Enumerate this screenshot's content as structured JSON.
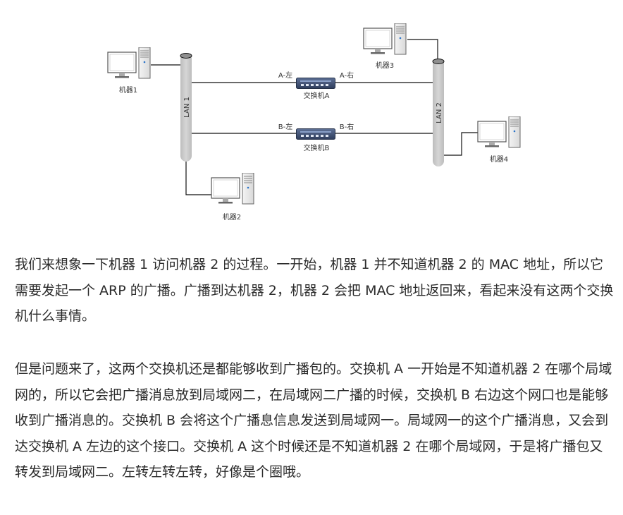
{
  "diagram": {
    "machines": {
      "m1": "机器1",
      "m2": "机器2",
      "m3": "机器3",
      "m4": "机器4"
    },
    "lans": {
      "lan1": "LAN 1",
      "lan2": "LAN 2"
    },
    "switches": {
      "a": {
        "label": "交换机A",
        "left_port": "A-左",
        "right_port": "A-右"
      },
      "b": {
        "label": "交换机B",
        "left_port": "B-左",
        "right_port": "B-右"
      }
    }
  },
  "article": {
    "paragraphs": [
      "我们来想象一下机器 1 访问机器 2 的过程。一开始，机器 1 并不知道机器 2 的 MAC 地址，所以它需要发起一个 ARP 的广播。广播到达机器 2，机器 2 会把 MAC 地址返回来，看起来没有这两个交换机什么事情。",
      "但是问题来了，这两个交换机还是都能够收到广播包的。交换机 A 一开始是不知道机器 2 在哪个局域网的，所以它会把广播消息放到局域网二，在局域网二广播的时候，交换机 B 右边这个网口也是能够收到广播消息的。交换机 B 会将这个广播息信息发送到局域网一。局域网一的这个广播消息，又会到达交换机 A 左边的这个接口。交换机 A 这个时候还是不知道机器 2 在哪个局域网，于是将广播包又转发到局域网二。左转左转左转，好像是个圈哦。"
    ]
  }
}
